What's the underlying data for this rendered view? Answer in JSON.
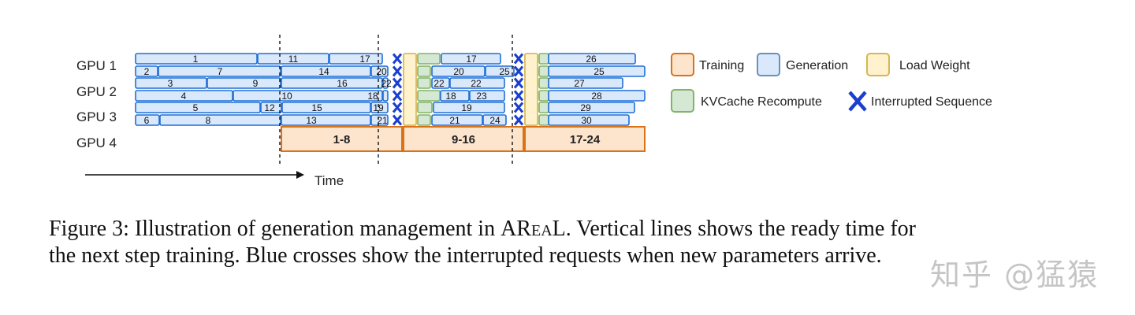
{
  "gpu_labels": [
    "GPU 1",
    "GPU 2",
    "GPU 3",
    "GPU 4"
  ],
  "time_label": "Time",
  "legend": {
    "training": "Training",
    "generation": "Generation",
    "load_weight": "Load Weight",
    "kvcache": "KVCache Recompute",
    "interrupted": "Interrupted Sequence"
  },
  "colors": {
    "generation_fill": "#dae8fc",
    "generation_stroke": "#1f6fd6",
    "training_fill": "#fde4cc",
    "training_stroke": "#d9731a",
    "load_fill": "#fff2cc",
    "load_stroke": "#d6b656",
    "kv_fill": "#d5e8d4",
    "kv_stroke": "#82b366",
    "cross": "#1a3fcf"
  },
  "rows": [
    {
      "gpu": 1,
      "segments": [
        {
          "t": "g",
          "label": "1"
        },
        {
          "t": "g",
          "label": "11"
        },
        {
          "t": "g",
          "label": "17"
        },
        {
          "t": "x"
        },
        {
          "t": "l"
        },
        {
          "t": "k"
        },
        {
          "t": "g",
          "label": "17"
        },
        {
          "t": "x"
        },
        {
          "t": "l"
        },
        {
          "t": "k"
        },
        {
          "t": "g",
          "label": "26"
        }
      ]
    },
    {
      "gpu": 1,
      "segments": [
        {
          "t": "g",
          "label": "2"
        },
        {
          "t": "g",
          "label": "7"
        },
        {
          "t": "g",
          "label": "14"
        },
        {
          "t": "g",
          "label": "20"
        },
        {
          "t": "x"
        },
        {
          "t": "l"
        },
        {
          "t": "k"
        },
        {
          "t": "g",
          "label": "20"
        },
        {
          "t": "g",
          "label": "25"
        },
        {
          "t": "x"
        },
        {
          "t": "l"
        },
        {
          "t": "k"
        },
        {
          "t": "g",
          "label": "25"
        }
      ]
    },
    {
      "gpu": 2,
      "segments": [
        {
          "t": "g",
          "label": "3"
        },
        {
          "t": "g",
          "label": "9"
        },
        {
          "t": "g",
          "label": "16"
        },
        {
          "t": "g",
          "label": "22"
        },
        {
          "t": "x"
        },
        {
          "t": "l"
        },
        {
          "t": "k"
        },
        {
          "t": "g",
          "label": "22"
        },
        {
          "t": "g",
          "label": "22"
        },
        {
          "t": "x"
        },
        {
          "t": "l"
        },
        {
          "t": "k"
        },
        {
          "t": "g",
          "label": "27"
        }
      ]
    },
    {
      "gpu": 2,
      "segments": [
        {
          "t": "g",
          "label": "4"
        },
        {
          "t": "g",
          "label": "10"
        },
        {
          "t": "g",
          "label": "18"
        },
        {
          "t": "x"
        },
        {
          "t": "l"
        },
        {
          "t": "k"
        },
        {
          "t": "g",
          "label": "18"
        },
        {
          "t": "g",
          "label": "23"
        },
        {
          "t": "x"
        },
        {
          "t": "l"
        },
        {
          "t": "k"
        },
        {
          "t": "g",
          "label": "28"
        }
      ]
    },
    {
      "gpu": 3,
      "segments": [
        {
          "t": "g",
          "label": "5"
        },
        {
          "t": "g",
          "label": "12"
        },
        {
          "t": "g",
          "label": "15"
        },
        {
          "t": "g",
          "label": "19"
        },
        {
          "t": "x"
        },
        {
          "t": "l"
        },
        {
          "t": "k"
        },
        {
          "t": "g",
          "label": "19"
        },
        {
          "t": "x"
        },
        {
          "t": "l"
        },
        {
          "t": "k"
        },
        {
          "t": "g",
          "label": "29"
        }
      ]
    },
    {
      "gpu": 3,
      "segments": [
        {
          "t": "g",
          "label": "6"
        },
        {
          "t": "g",
          "label": "8"
        },
        {
          "t": "g",
          "label": "13"
        },
        {
          "t": "g",
          "label": "21"
        },
        {
          "t": "x"
        },
        {
          "t": "l"
        },
        {
          "t": "k"
        },
        {
          "t": "g",
          "label": "21"
        },
        {
          "t": "g",
          "label": "24"
        },
        {
          "t": "x"
        },
        {
          "t": "l"
        },
        {
          "t": "k"
        },
        {
          "t": "g",
          "label": "30"
        }
      ]
    }
  ],
  "training_blocks": [
    "1-8",
    "9-16",
    "17-24"
  ],
  "caption": {
    "figure_label": "Figure 3:",
    "part1": "Illustration of generation management in",
    "system_name": "AReaL",
    "part2": ". Vertical lines shows the ready time for",
    "line2": "the next step training. Blue crosses show the interrupted requests when new parameters arrive."
  },
  "watermark": "知乎 @猛猿"
}
